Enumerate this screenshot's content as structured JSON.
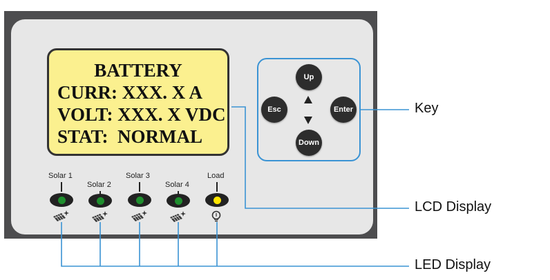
{
  "lcd": {
    "title": "BATTERY",
    "line1": "CURR: XXX. X A",
    "line2": "VOLT: XXX. X VDC",
    "line3": "STAT:  NORMAL"
  },
  "keys": {
    "up": "Up",
    "down": "Down",
    "esc": "Esc",
    "enter": "Enter"
  },
  "leds": [
    {
      "label": "Solar 1",
      "color": "#1f8f2e",
      "icon": "solar-panel-icon"
    },
    {
      "label": "Solar 2",
      "color": "#1f8f2e",
      "icon": "solar-panel-icon"
    },
    {
      "label": "Solar 3",
      "color": "#1f8f2e",
      "icon": "solar-panel-icon"
    },
    {
      "label": "Solar 4",
      "color": "#1f8f2e",
      "icon": "solar-panel-icon"
    },
    {
      "label": "Load",
      "color": "#ffe600",
      "icon": "lightbulb-icon"
    }
  ],
  "callouts": {
    "key": "Key",
    "lcd": "LCD Display",
    "led": "LED Display"
  },
  "colors": {
    "callout_line": "#3a93d4",
    "lcd_background": "#fbf08f",
    "panel": "#e7e7e7",
    "frame": "#4d4d4f"
  }
}
